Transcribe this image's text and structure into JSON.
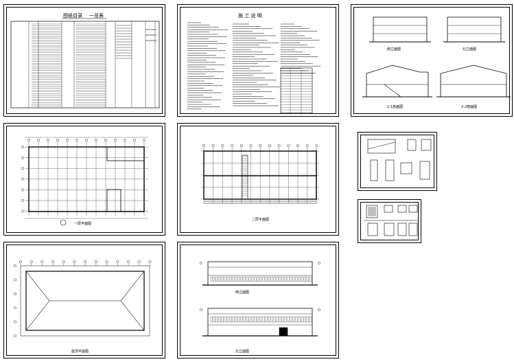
{
  "drawing_set": {
    "sheet1": {
      "title": "图纸目录",
      "subtitle": "一览表"
    },
    "sheet2": {
      "title": "施 工 说 明"
    },
    "sheet3": {
      "labels": [
        "南立面图",
        "北立面图",
        "1-1剖面图",
        "2-2剖面图"
      ]
    },
    "sheet4": {
      "label": "一层平面图"
    },
    "sheet5": {
      "label": "二层平面图"
    },
    "sheet6": {
      "label": "屋顶平面图"
    },
    "sheet7": {
      "labels": [
        "南立面图",
        "北立面图"
      ]
    }
  },
  "colors": {
    "line": "#000000",
    "background": "#ffffff"
  }
}
